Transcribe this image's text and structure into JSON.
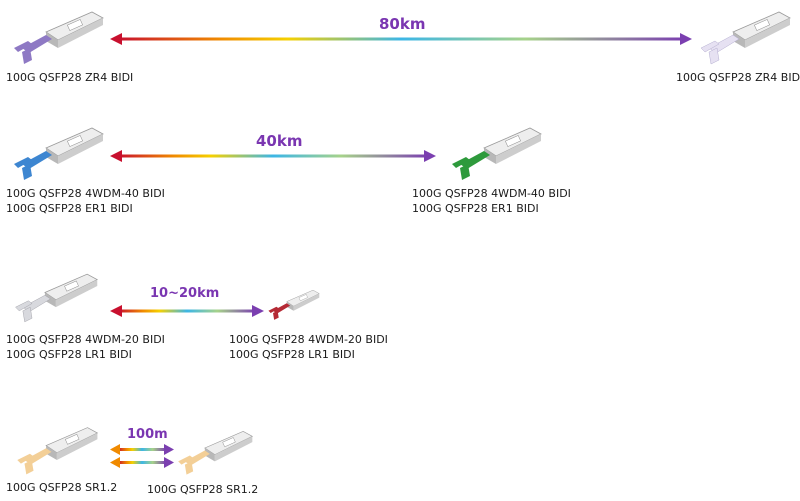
{
  "links": [
    {
      "distance": "80km",
      "left_module": {
        "color": "#8e79c4",
        "labels": [
          "100G QSFP28 ZR4 BIDI"
        ]
      },
      "right_module": {
        "color": "#e6e1f2",
        "labels": [
          "100G QSFP28 ZR4 BIDI"
        ]
      }
    },
    {
      "distance": "40km",
      "left_module": {
        "color": "#3d86d1",
        "labels": [
          "100G QSFP28 4WDM-40 BIDI",
          "100G QSFP28 ER1 BIDI"
        ]
      },
      "right_module": {
        "color": "#2e9a3c",
        "labels": [
          "100G QSFP28 4WDM-40 BIDI",
          "100G QSFP28 ER1 BIDI"
        ]
      }
    },
    {
      "distance": "10~20km",
      "left_module": {
        "color": "#d8d9de",
        "labels": [
          "100G QSFP28 4WDM-20 BIDI",
          "100G QSFP28 LR1 BIDI"
        ]
      },
      "right_module": {
        "color": "#b52a35",
        "labels": [
          "100G QSFP28 4WDM-20 BIDI",
          "100G QSFP28 LR1 BIDI"
        ]
      }
    },
    {
      "distance": "100m",
      "left_module": {
        "color": "#f3cf97",
        "labels": [
          "100G QSFP28 SR1.2"
        ]
      },
      "right_module": {
        "color": "#f3cf97",
        "labels": [
          "100G QSFP28 SR1.2"
        ]
      }
    }
  ],
  "colors": {
    "arrow_gradient": [
      "#c8102e",
      "#f08a00",
      "#f5d000",
      "#3cb6e6",
      "#a6d28a",
      "#7b3fb0"
    ],
    "distance_text": "#7a36b1"
  }
}
